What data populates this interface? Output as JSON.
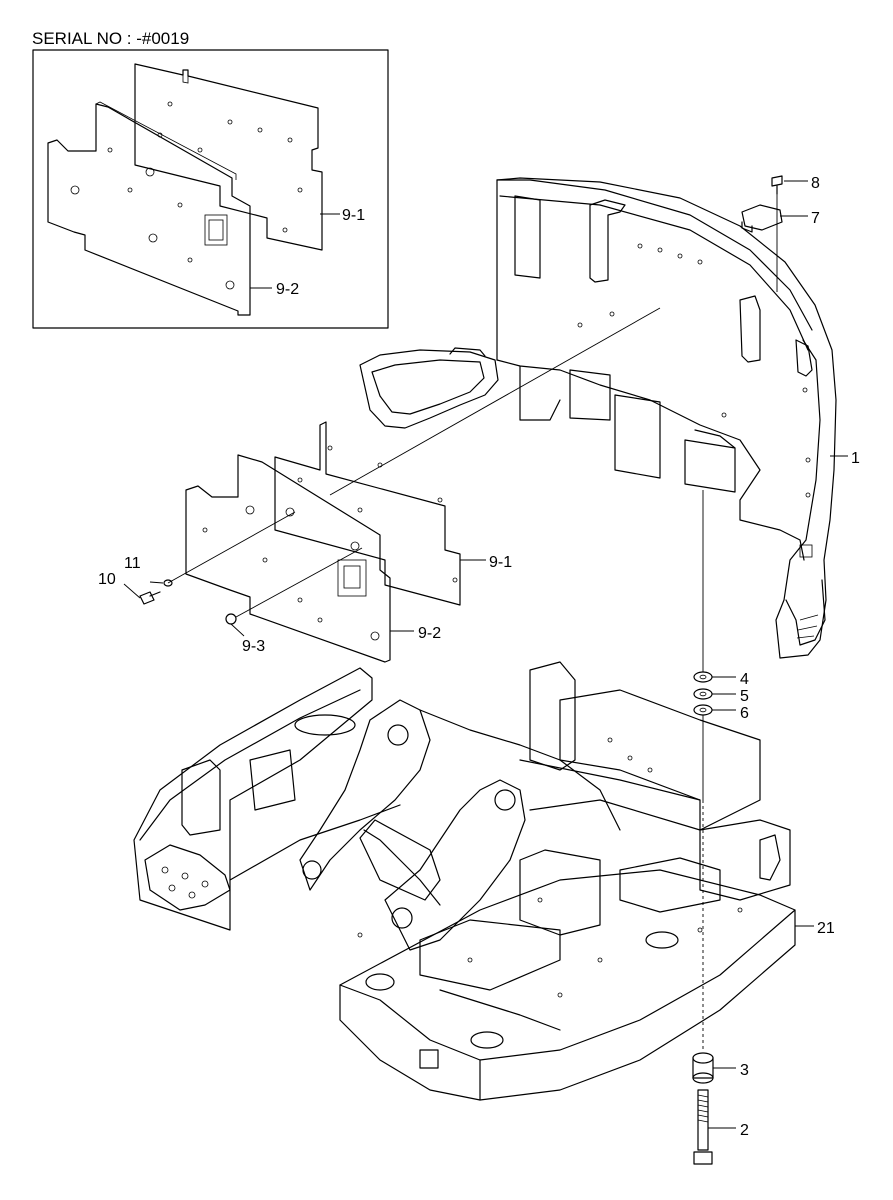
{
  "header": {
    "serial_note": "SERIAL NO : -#0019"
  },
  "callouts": {
    "inset_plate_9_1": "9-1",
    "inset_plate_9_2": "9-2",
    "part_1": "1",
    "part_2": "2",
    "part_3": "3",
    "part_4": "4",
    "part_5": "5",
    "part_6": "6",
    "part_7": "7",
    "part_8": "8",
    "plate_9_1": "9-1",
    "plate_9_2": "9-2",
    "part_9_3": "9-3",
    "part_10": "10",
    "part_11": "11",
    "part_21": "21"
  }
}
